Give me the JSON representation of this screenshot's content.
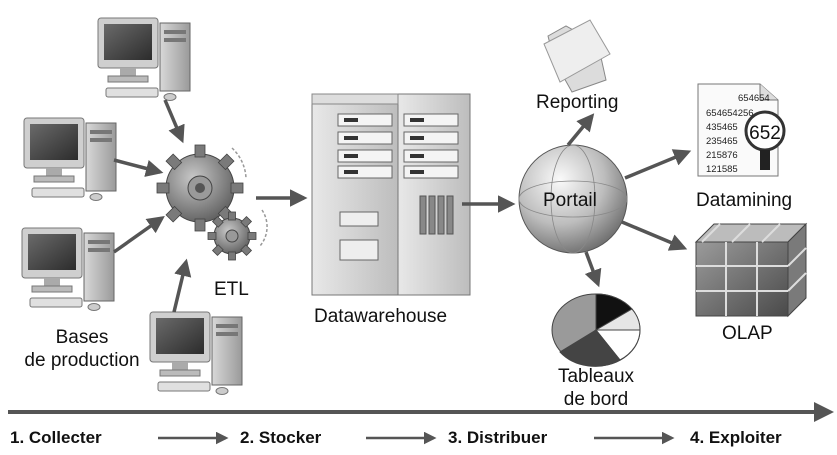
{
  "diagram": {
    "sources_label_line1": "Bases",
    "sources_label_line2": "de production",
    "etl_label": "ETL",
    "warehouse_label": "Datawarehouse",
    "portal_label": "Portail",
    "reporting_label": "Reporting",
    "datamining_label": "Datamining",
    "olap_label": "OLAP",
    "dashboards_label_line1": "Tableaux",
    "dashboards_label_line2": "de bord",
    "datamining_numbers": [
      "654654",
      "654654256",
      "435465",
      "235465",
      "215876",
      "121585"
    ],
    "magnifier_text": "652"
  },
  "steps": [
    {
      "label": "1. Collecter"
    },
    {
      "label": "2. Stocker"
    },
    {
      "label": "3. Distribuer"
    },
    {
      "label": "4. Exploiter"
    }
  ],
  "colors": {
    "arrow": "#555555",
    "gear": "#8a8a8a",
    "portal_light": "#f2f2f2",
    "portal_dark": "#6a6a6a"
  }
}
